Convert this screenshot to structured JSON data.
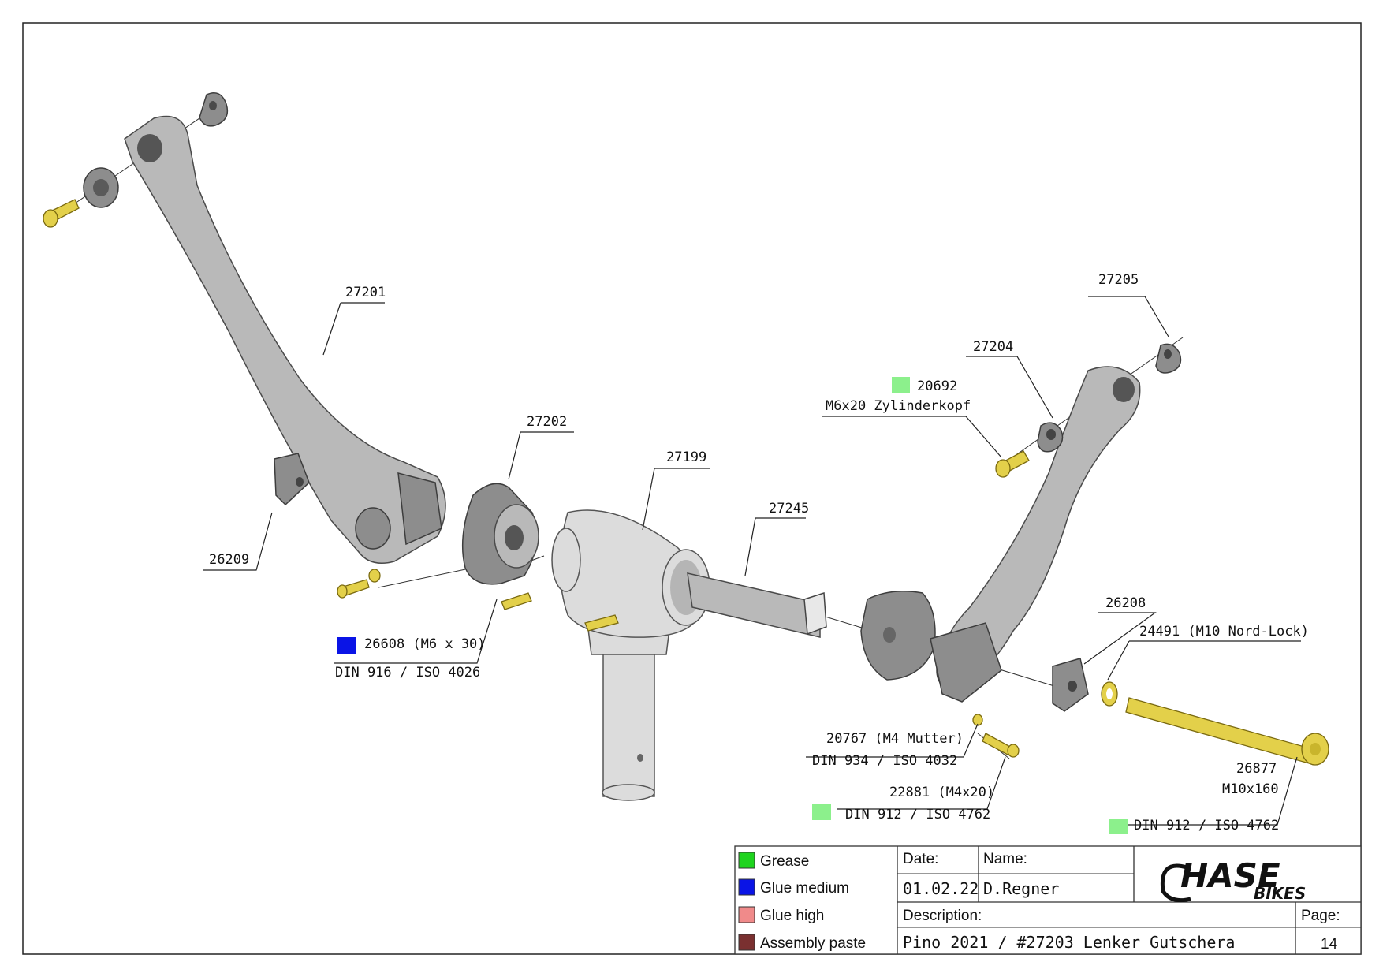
{
  "callouts": {
    "p27201": "27201",
    "p27202": "27202",
    "p27199": "27199",
    "p27245": "27245",
    "p26209": "26209",
    "p26608": "26608 (M6 x 30)",
    "p26608_std": "DIN 916 / ISO 4026",
    "p27205": "27205",
    "p27204": "27204",
    "p20692": "20692",
    "p20692_desc": "M6x20 Zylinderkopf",
    "p26208": "26208",
    "p24491": "24491 (M10 Nord-Lock)",
    "p20767": "20767 (M4 Mutter)",
    "p20767_std": "DIN 934 / ISO 4032",
    "p22881": "22881 (M4x20)",
    "p22881_std": "DIN 912 / ISO 4762",
    "p26877": "26877",
    "p26877_size": "M10x160",
    "p26877_std": "DIN 912 / ISO 4762"
  },
  "legend": [
    {
      "label": "Grease",
      "color": "#1ed41e"
    },
    {
      "label": "Glue medium",
      "color": "#0a14e6"
    },
    {
      "label": "Glue high",
      "color": "#f08a8a"
    },
    {
      "label": "Assembly paste",
      "color": "#7a3030"
    }
  ],
  "marker_colors": {
    "grease_light": "#8cf08c",
    "glue_medium": "#0a14e6"
  },
  "title_block": {
    "date_label": "Date:",
    "date": "01.02.22",
    "name_label": "Name:",
    "name": "D.Regner",
    "description_label": "Description:",
    "description": "Pino 2021 / #27203 Lenker Gutschera",
    "page_label": "Page:",
    "page": "14",
    "logo_main": "HASE",
    "logo_sub": "BIKES"
  }
}
